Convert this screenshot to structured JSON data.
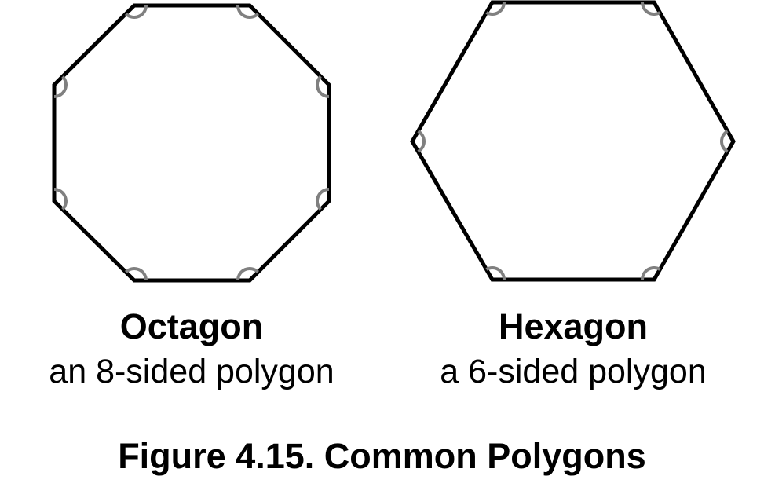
{
  "figure": {
    "caption": "Figure 4.15. Common Polygons",
    "outline_color": "#000000",
    "angle_mark_color": "#808080"
  },
  "octagon": {
    "name": "Octagon",
    "description": "an 8-sided polygon",
    "sides": 8
  },
  "hexagon": {
    "name": "Hexagon",
    "description": "a 6-sided polygon",
    "sides": 6
  }
}
